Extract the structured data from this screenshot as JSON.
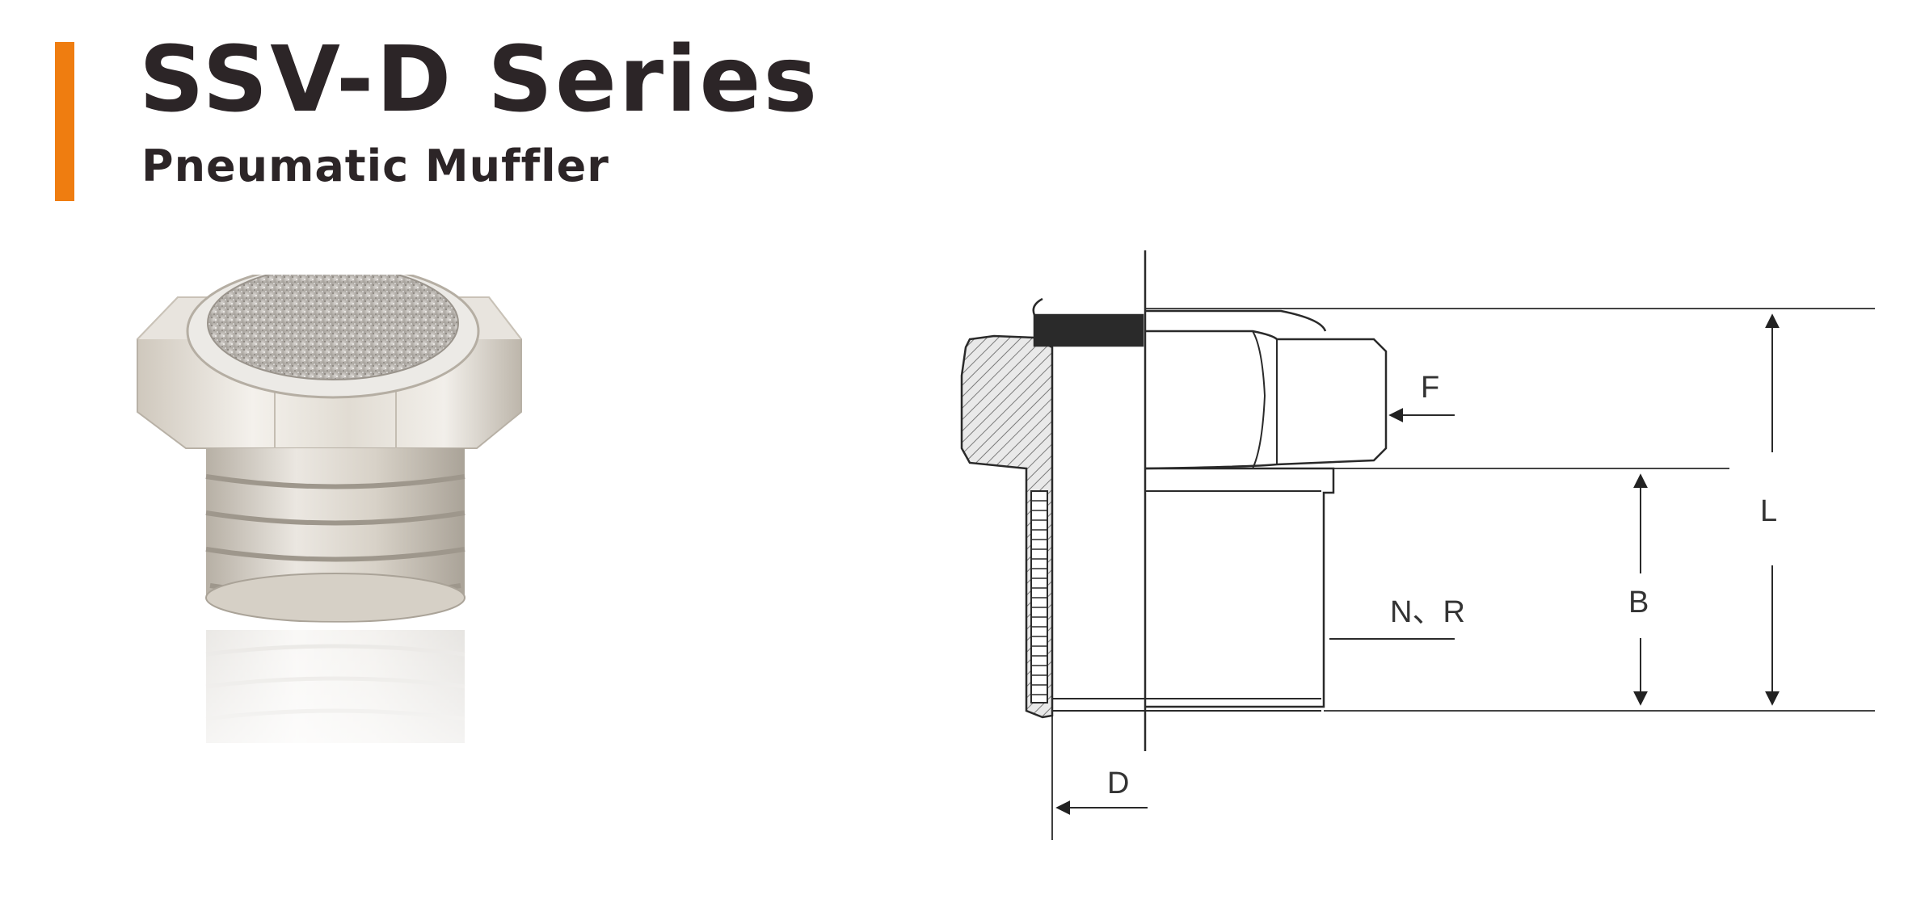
{
  "header": {
    "title": "SSV-D Series",
    "subtitle": "Pneumatic Muffler",
    "accent_color": "#ef7d10",
    "text_color": "#2c2527"
  },
  "product_photo": {
    "subject": "sintered bronze pneumatic muffler with hex body and male thread",
    "finish": "nickel-plated"
  },
  "technical_drawing": {
    "dimension_labels": {
      "F": "F",
      "L": "L",
      "B": "B",
      "NR": "N、R",
      "D": "D"
    }
  }
}
